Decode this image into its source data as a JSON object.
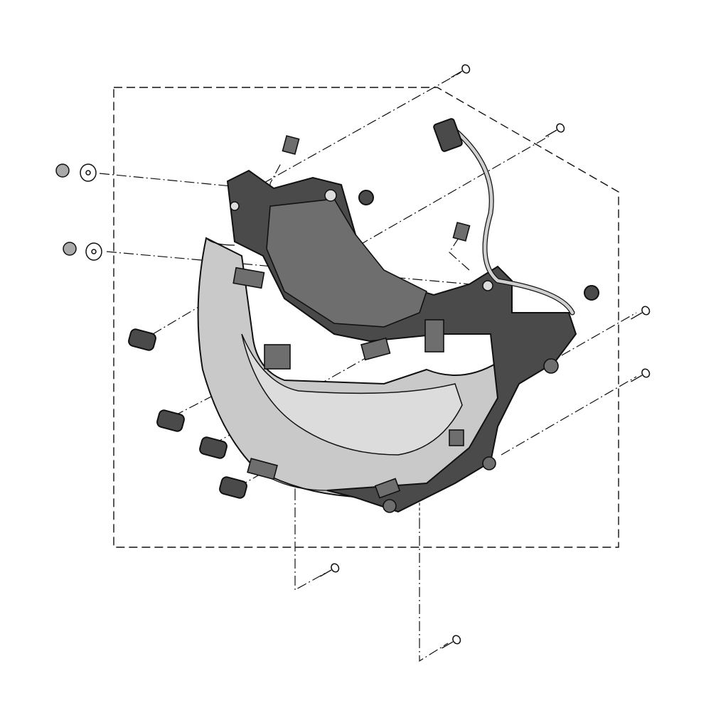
{
  "diagram": {
    "type": "exploded-parts-view",
    "subject": "headlight-assembly",
    "colors": {
      "line": "#111111",
      "housing": "#4a4a4a",
      "lens": "#c9c9c9",
      "background": "#ffffff"
    },
    "parts": [
      "headlight-unit",
      "wire-harness",
      "screw",
      "bolt",
      "washer",
      "grommet",
      "clip-nut",
      "rubber-seal"
    ]
  }
}
